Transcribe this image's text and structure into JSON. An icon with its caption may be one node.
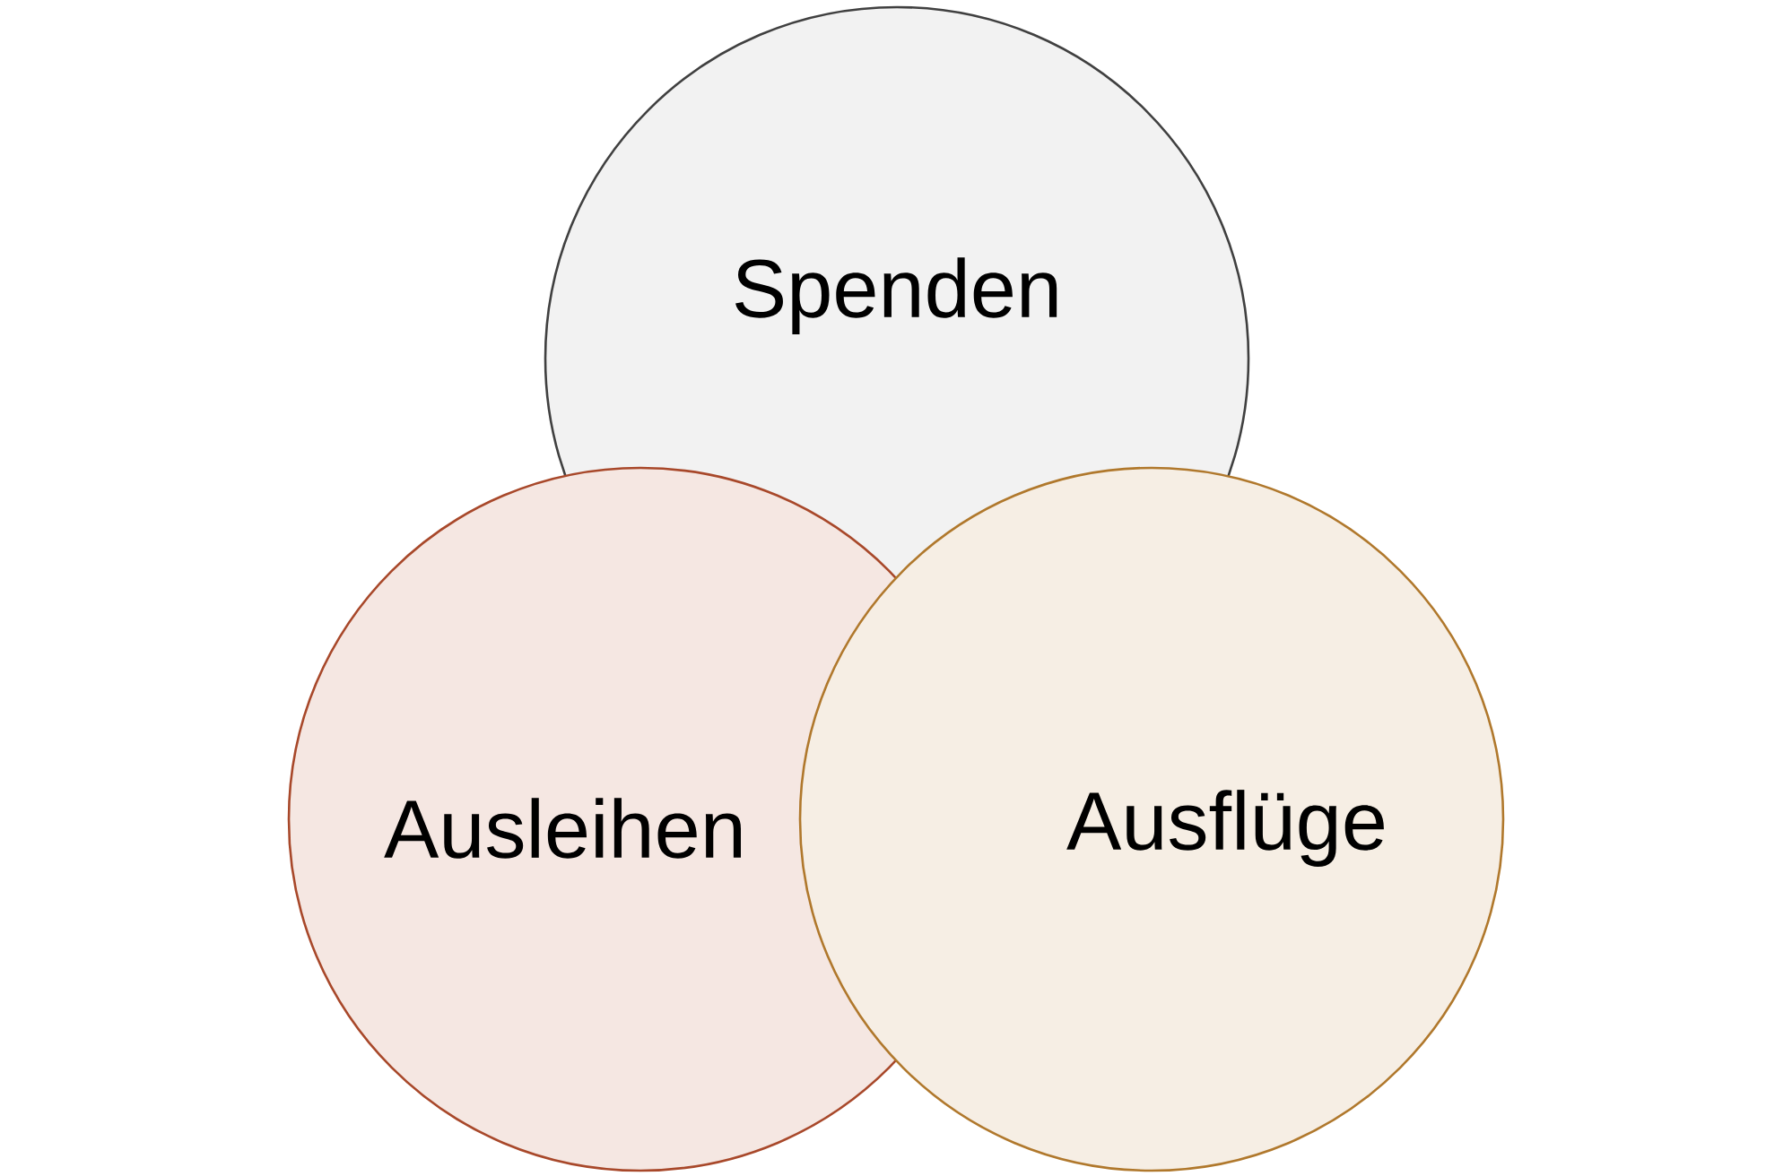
{
  "diagram": {
    "nodes": [
      {
        "text": [
          "Spenden"
        ]
      },
      {
        "text": [
          "Ausleihen"
        ]
      },
      {
        "text": [
          "Ausflüge"
        ]
      }
    ]
  }
}
